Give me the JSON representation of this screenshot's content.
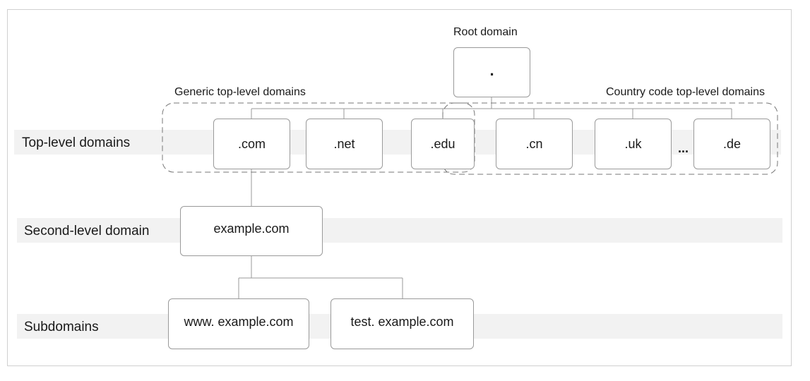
{
  "levels": {
    "tld": "Top-level domains",
    "sld": "Second-level domain",
    "sub": "Subdomains"
  },
  "groups": {
    "root": "Root domain",
    "generic": "Generic top-level domains",
    "country": "Country code top-level domains"
  },
  "nodes": {
    "root": ".",
    "com": ".com",
    "net": ".net",
    "edu": ".edu",
    "cn": ".cn",
    "uk": ".uk",
    "ellipsis": "...",
    "de": ".de",
    "example": "example.com",
    "www": "www. example.com",
    "test": "test. example.com"
  }
}
